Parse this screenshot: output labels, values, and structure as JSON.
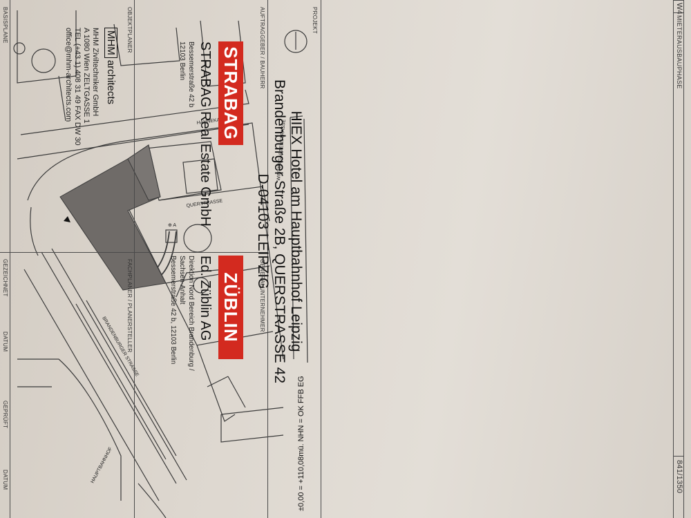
{
  "header": {
    "code": "W4",
    "phase": "MIETERAUSBAUPHASE",
    "plan_number": "841/1350"
  },
  "reference_note": "±0,00 = +110,08mü. NHN = OK FFB EG",
  "streets": {
    "hahnekamm": "HAHNEKAMM",
    "querstrasse": "QUERSTRASSE",
    "wintergarten": "WINTERGARTENSTRASSE",
    "brandenburger": "BRANDENBURGER STRASSE",
    "hauptbahnhof": "HAUPTBAHNHOF"
  },
  "section_labels": {
    "projekt": "PROJEKT",
    "auftraggeber": "AUFTRAGGEBER / BAUHERR",
    "generalunternehmer": "GENERALUNTERNEHMER",
    "objektplaner": "OBJEKTPLANER",
    "fachplaner": "FACHPLANER / PLANERSTELLER",
    "basisplane": "BASISPLANE",
    "gezeichnet": "GEZEICHNET",
    "datum1": "DATUM",
    "geprueft": "GEPRÜFT",
    "datum2": "DATUM"
  },
  "project": {
    "line1": "HIEX Hotel am Hauptbahnhof Leipzig",
    "line2": "Brandenburger Straße 2B, QUERSTRASSE 42",
    "line3": "D-04103 LEIPZIG"
  },
  "client": {
    "logo": "STRABAG",
    "name": "STRABAG Real Estate GmbH",
    "address1": "Bessemerstraße 42 b",
    "address2": "12103 Berlin",
    "logo_color": "#d32a1f"
  },
  "contractor": {
    "logo": "ZÜBLIN",
    "name": "Ed. Züblin AG",
    "address1": "Direktion Nord Bereich Brandenburg /",
    "address2": "Sachsen-Anhalt",
    "address3": "Bessemerstraße 42 b, 12103 Berlin",
    "logo_color": "#d32a1f"
  },
  "architect": {
    "logo_box": "MHM",
    "logo_text": "architects",
    "line1": "MHM Ziviltechniker GmbH",
    "line2": "A 1080 Wien  ZELTGASSE 1",
    "line3": "TEL (+43 1) 408 31 49   FAX DW 30",
    "line4": "office@mhm-architects.com"
  }
}
